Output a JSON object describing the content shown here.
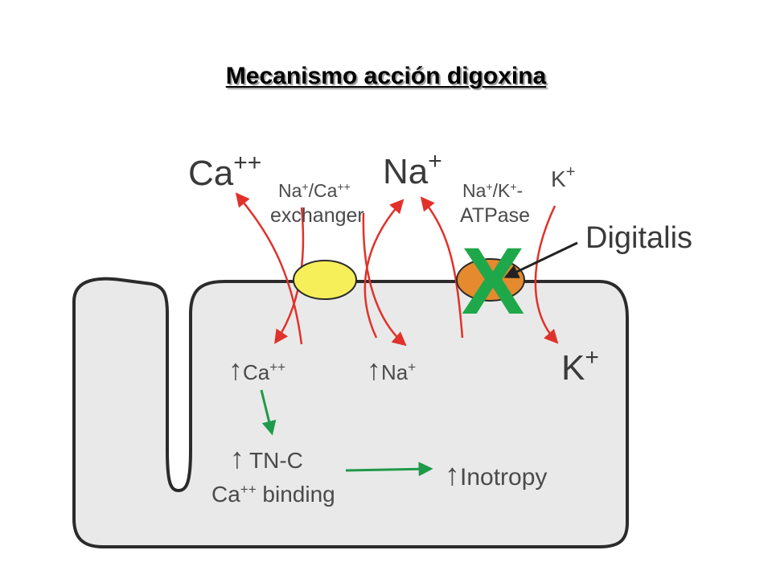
{
  "title": "Mecanismo acción digoxina",
  "labels": {
    "ca_out": "Ca",
    "ca_out_sup": "++",
    "na_out": "Na",
    "na_out_sup": "+",
    "k_out": "K",
    "k_out_sup": "+",
    "exchanger_line1_a": "Na",
    "exchanger_line1_sup1": "+",
    "exchanger_line1_b": "/Ca",
    "exchanger_line1_sup2": "++",
    "exchanger_line2": "exchanger",
    "atpase_line1_a": "Na",
    "atpase_line1_sup1": "+",
    "atpase_line1_b": "/K",
    "atpase_line1_sup2": "+",
    "atpase_line1_c": "-",
    "atpase_line2": "ATPase",
    "digitalis": "Digitalis",
    "inhibit_mark": "X",
    "ca_in": "Ca",
    "ca_in_sup": "++",
    "na_in": "Na",
    "na_in_sup": "+",
    "k_in": "K",
    "k_in_sup": "+",
    "up_arrow": "↑",
    "tnc_line1": "TN-C",
    "tnc_line2_a": "Ca",
    "tnc_line2_sup": "++",
    "tnc_line2_b": " binding",
    "inotropy": "Inotropy"
  },
  "colors": {
    "cell_fill": "#e9e9e9",
    "cell_stroke": "#2b2b2b",
    "red_arrow": "#e0322a",
    "green_arrow": "#1f9a4a",
    "exchanger_fill": "#f7ef5a",
    "atpase_fill": "#e58a2e",
    "x_mark": "#1fa84a"
  }
}
